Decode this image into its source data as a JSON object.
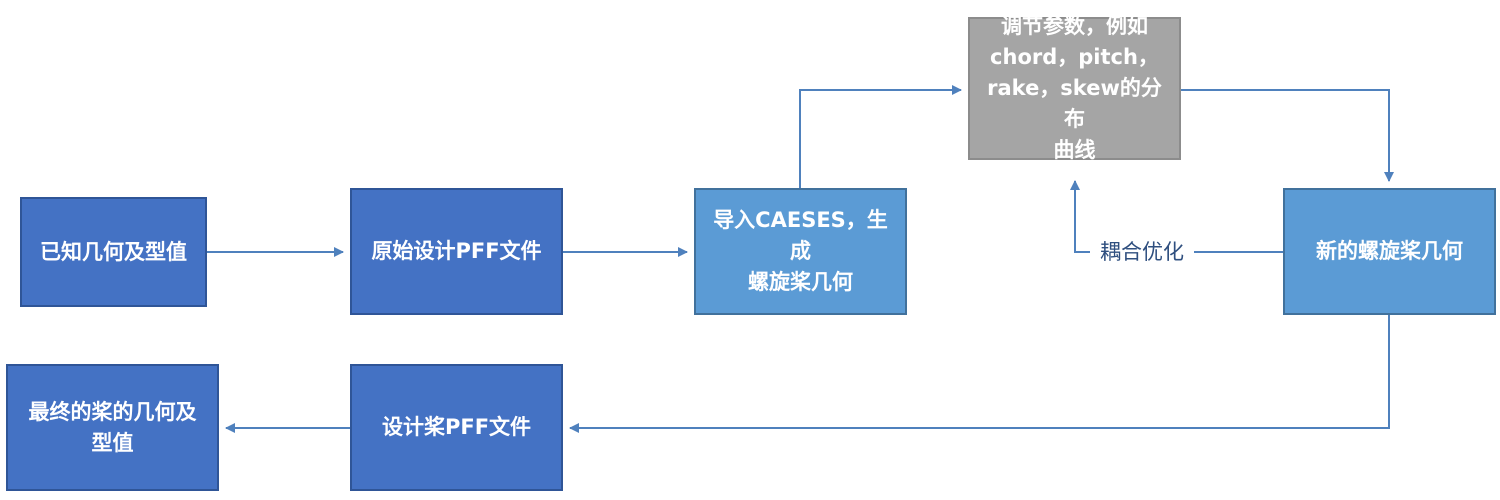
{
  "nodes": {
    "known_geometry": [
      "已知几何及型值"
    ],
    "original_pff": [
      "原始设计PFF文件"
    ],
    "import_caeses": [
      "导入CAESES，生成",
      "螺旋桨几何"
    ],
    "adjust_params": [
      "调节参数，例如",
      "chord，pitch，",
      "rake，skew的分布",
      "曲线"
    ],
    "new_geometry": [
      "新的螺旋桨几何"
    ],
    "design_pff": [
      "设计桨PFF文件"
    ],
    "final_geometry": [
      "最终的桨的几何及",
      "型值"
    ]
  },
  "loop_label": "耦合优化",
  "colors": {
    "dark_blue": "#4472c4",
    "light_blue": "#5b9bd5",
    "gray": "#a5a5a5",
    "connector": "#4f81bd"
  }
}
